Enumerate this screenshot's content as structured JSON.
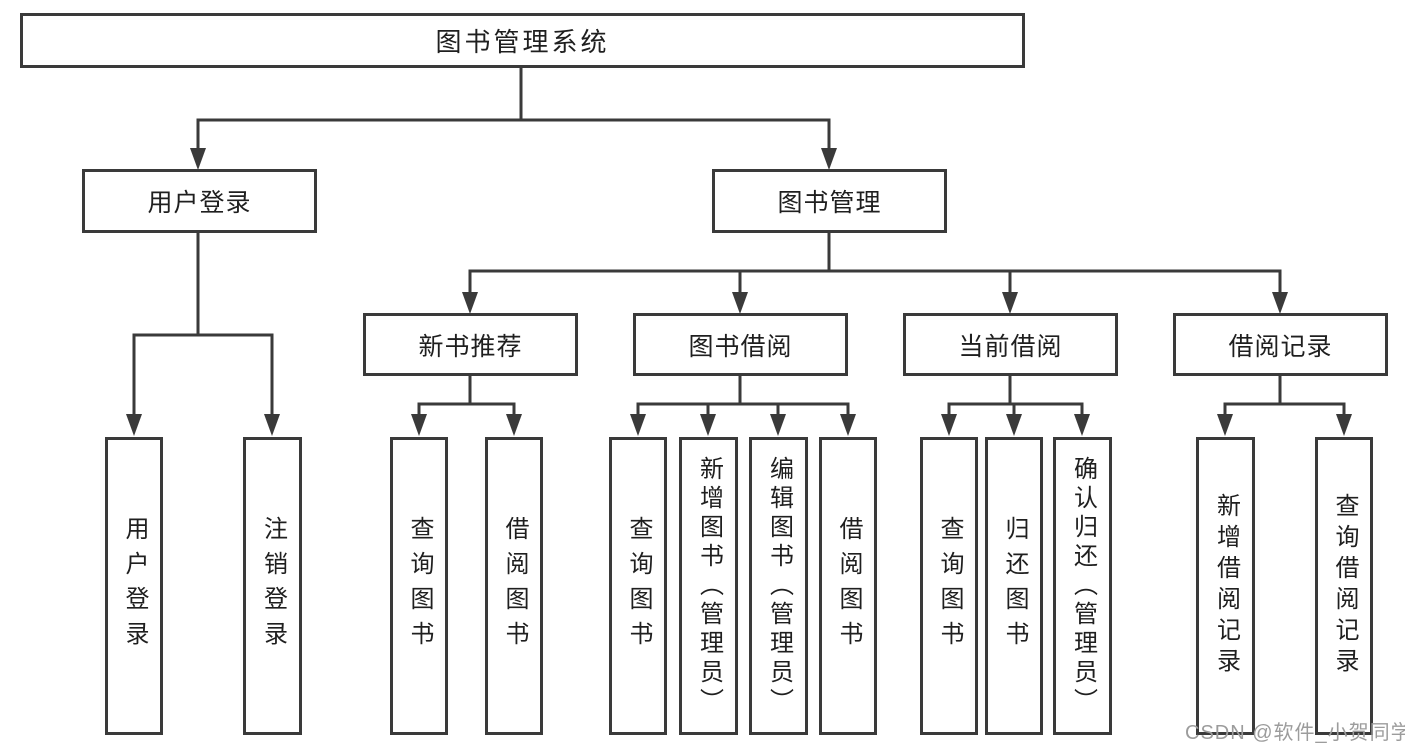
{
  "watermark": {
    "text": "CSDN @软件_小贺同学",
    "color": "#9c9c9c"
  },
  "colors": {
    "line": "#3a3a3a",
    "text": "#1f1f1f",
    "background": "#ffffff"
  },
  "tree": {
    "label": "图书管理系统",
    "children": [
      {
        "label": "用户登录",
        "children": [
          {
            "label": "用户登录"
          },
          {
            "label": "注销登录"
          }
        ]
      },
      {
        "label": "图书管理",
        "children": [
          {
            "label": "新书推荐",
            "children": [
              {
                "label": "查询图书"
              },
              {
                "label": "借阅图书"
              }
            ]
          },
          {
            "label": "图书借阅",
            "children": [
              {
                "label": "查询图书"
              },
              {
                "label": "新增图书（管理员）"
              },
              {
                "label": "编辑图书（管理员）"
              },
              {
                "label": "借阅图书"
              }
            ]
          },
          {
            "label": "当前借阅",
            "children": [
              {
                "label": "查询图书"
              },
              {
                "label": "归还图书"
              },
              {
                "label": "确认归还（管理员）"
              }
            ]
          },
          {
            "label": "借阅记录",
            "children": [
              {
                "label": "新增借阅记录"
              },
              {
                "label": "查询借阅记录"
              }
            ]
          }
        ]
      }
    ]
  }
}
